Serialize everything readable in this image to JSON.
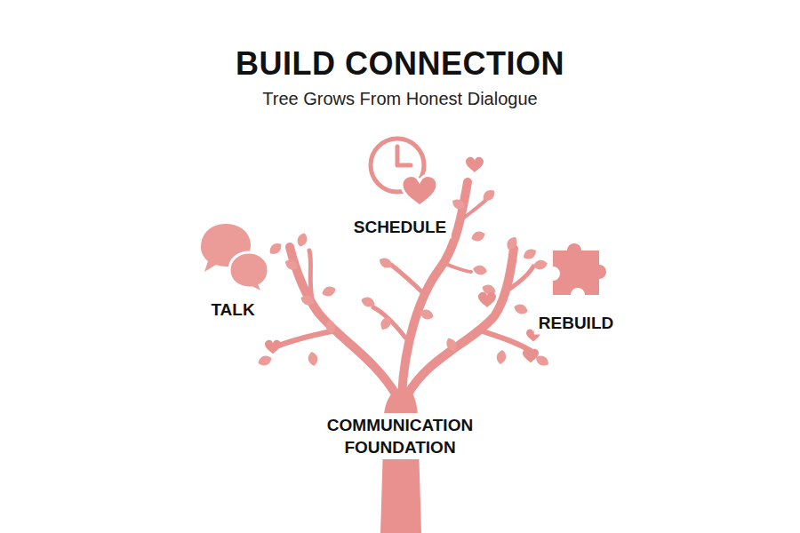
{
  "diagram": {
    "title": "BUILD CONNECTION",
    "caption": "Tree Grows From Honest Dialogue",
    "labels": [
      "SCHEDULE",
      "TALK",
      "REBUILD",
      "COMMUNICATION FOUNDATION"
    ]
  }
}
